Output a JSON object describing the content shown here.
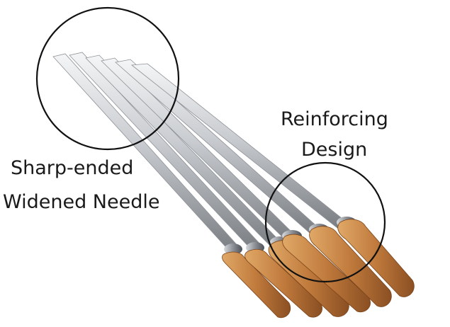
{
  "callouts": {
    "sharp_line1": "Sharp-ended",
    "sharp_line2": "Widened Needle",
    "reinforce_line1": "Reinforcing",
    "reinforce_line2": "Design"
  },
  "colors": {
    "steel_light": "#e9ebed",
    "steel_mid": "#b8bcc0",
    "steel_dark": "#6f7378",
    "wood_light": "#d39a5a",
    "wood_dark": "#8a4f22",
    "circle_stroke": "#111111"
  },
  "product": {
    "skewer_count": 6
  }
}
